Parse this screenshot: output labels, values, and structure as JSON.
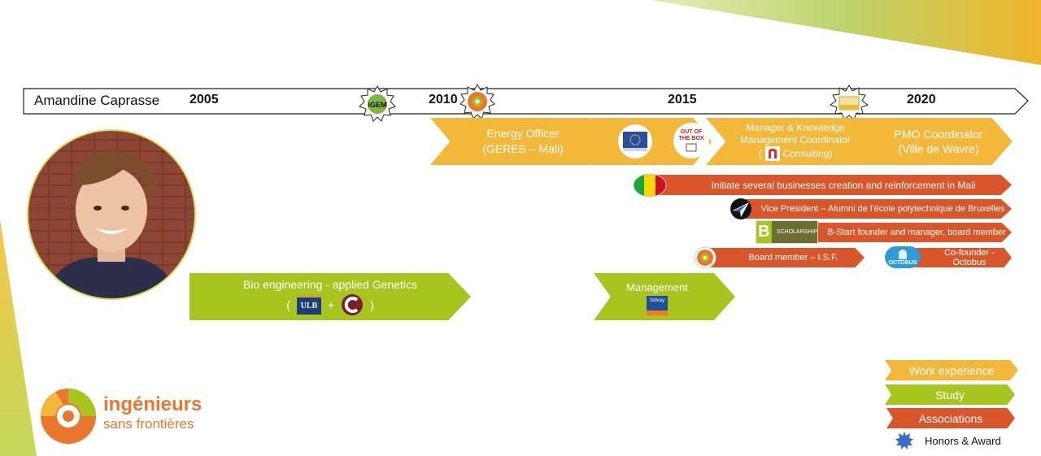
{
  "header": {
    "name": "Amandine Caprasse",
    "years": [
      "2005",
      "2010",
      "2015",
      "2020"
    ]
  },
  "work": [
    {
      "title": "Energy Officer",
      "detail": "(GERES – Mali)"
    },
    {
      "title": "Manager & Knowledge Management Coordinator",
      "detail_pre": "(",
      "detail": "Consulting)"
    },
    {
      "title": "PMO Coordinator",
      "detail": "(Ville de Wavre)"
    }
  ],
  "associations": [
    {
      "text": "Initiate several businesses  creation and reinforcement in Mali"
    },
    {
      "text": "Vice President – Alumni de l'école polytechnique de Bruxelles"
    },
    {
      "text": "B-Start founder and manager, board member"
    },
    {
      "text": "Board member – I.S.F."
    },
    {
      "text": "Co-founder - Octobus"
    }
  ],
  "study": [
    {
      "title": "Bio engineering  - applied Genetics",
      "paren_open": "(",
      "plus": "+",
      "paren_close": ")"
    },
    {
      "title": "Management"
    }
  ],
  "badges": {
    "igem": "iGEM",
    "scholarship": "SCHOLARSHIP",
    "b_letter": "B",
    "octobus": "OCTOBUS",
    "ulb": "ULB",
    "solvay": "Solvay",
    "out_of_box": "OUT OF THE BOX"
  },
  "legend": {
    "work": "Work experience",
    "study": "Study",
    "assoc": "Associations",
    "honors": "Honors & Award"
  },
  "logo": {
    "line1": "ingénieurs",
    "line2": "sans frontières"
  },
  "colors": {
    "work": "#f3b73a",
    "study": "#a8c41f",
    "assoc": "#d9562a",
    "honors": "#3a6fc4"
  }
}
